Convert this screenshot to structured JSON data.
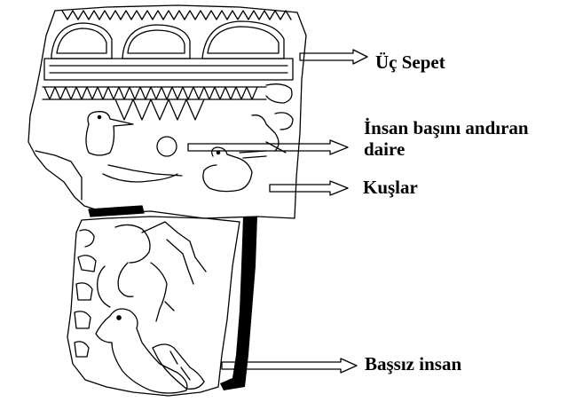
{
  "labels": {
    "uc_sepet": "Üç Sepet",
    "insan_basi_line1": "İnsan başını andıran",
    "insan_basi_line2": "daire",
    "kuslar": "Kuşlar",
    "bassiz_insan": "Başsız insan"
  },
  "colors": {
    "ink": "#000000",
    "background": "#ffffff"
  }
}
